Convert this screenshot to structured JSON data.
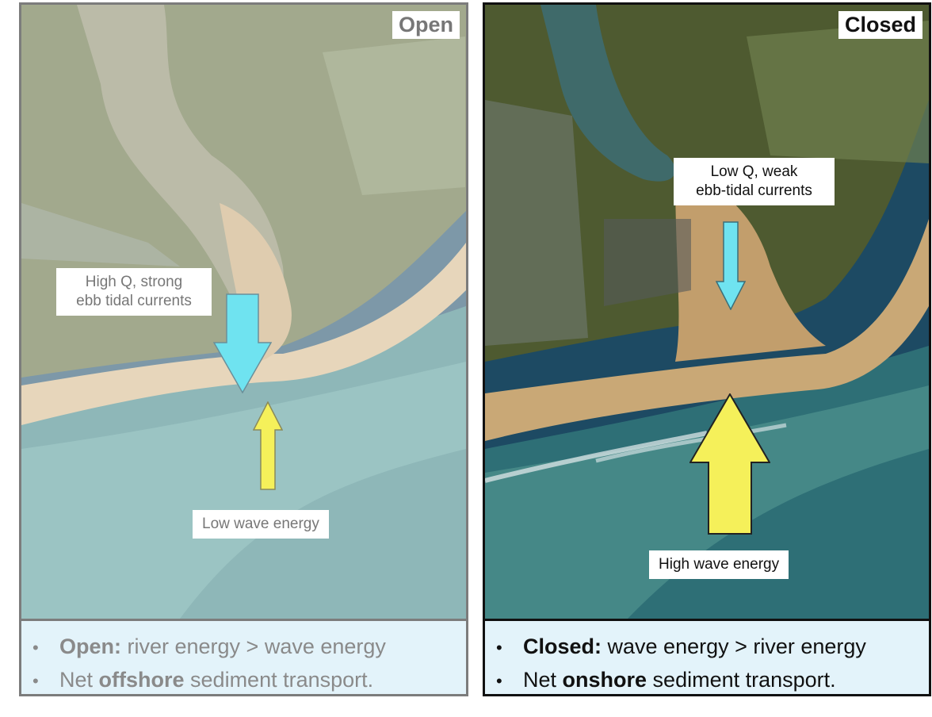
{
  "colors": {
    "current_arrow": "#6fe3f0",
    "wave_arrow": "#f5f05a",
    "caption_bg": "#e3f3fa",
    "land": "#5f6b3c",
    "sand": "#c9a876",
    "ocean_shallow": "#4b8f8c",
    "ocean_deep": "#1f4f6a"
  },
  "open": {
    "tag": "Open",
    "label_current_line1": "High Q, strong",
    "label_current_line2": "ebb tidal currents",
    "label_wave": "Low wave energy",
    "bullet1_bold": "Open:",
    "bullet1_rest": " river energy > wave energy",
    "bullet2_pre": "Net ",
    "bullet2_bold": "offshore",
    "bullet2_post": " sediment transport."
  },
  "closed": {
    "tag": "Closed",
    "label_current_line1": "Low Q, weak",
    "label_current_line2": "ebb-tidal currents",
    "label_wave": "High wave energy",
    "bullet1_bold": "Closed:",
    "bullet1_rest": " wave energy > river energy",
    "bullet2_pre": "Net ",
    "bullet2_bold": "onshore",
    "bullet2_post": " sediment transport."
  },
  "bullet_glyph": "•"
}
